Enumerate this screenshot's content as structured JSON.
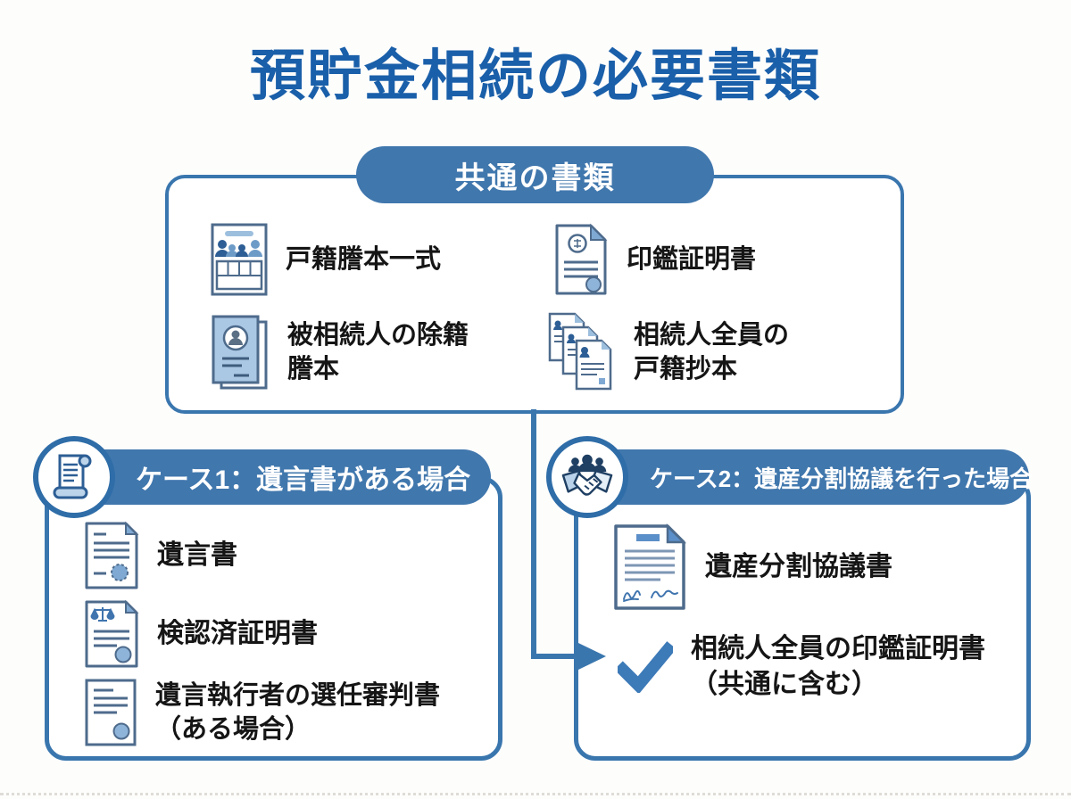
{
  "title": "預貯金相続の必要書類",
  "colors": {
    "title_blue": "#1a5fa9",
    "primary_border_blue": "#3a76ae",
    "header_pill_blue": "#4077ad",
    "icon_slate": "#4e6b8c",
    "icon_navy": "#1f3f63",
    "icon_light_blue": "#aac7e4",
    "icon_mid_blue": "#5b8fc9",
    "check_blue": "#3d7ab8",
    "text_black": "#151515"
  },
  "common": {
    "header": "共通の書類",
    "items": [
      {
        "icon": "family-register-icon",
        "label": "戸籍謄本一式"
      },
      {
        "icon": "seal-certificate-icon",
        "label": "印鑑証明書"
      },
      {
        "icon": "removed-register-icon",
        "label": "被相続人の除籍\n謄本"
      },
      {
        "icon": "register-copies-icon",
        "label": "相続人全員の\n戸籍抄本"
      }
    ]
  },
  "case1": {
    "header": "ケース1：遺言書がある場合",
    "badge_icon": "will-scroll-icon",
    "items": [
      {
        "icon": "will-document-icon",
        "label": "遺言書"
      },
      {
        "icon": "probate-certificate-icon",
        "label": "検認済証明書"
      },
      {
        "icon": "appointment-document-icon",
        "label": "遺言執行者の選任審判書\n（ある場合）"
      }
    ]
  },
  "case2": {
    "header": "ケース2：遺産分割協議を行った場合",
    "badge_icon": "handshake-icon",
    "items": [
      {
        "icon": "agreement-document-icon",
        "label": "遺産分割協議書"
      },
      {
        "icon": "check-icon",
        "label": "相続人全員の印鑑証明書\n（共通に含む）"
      }
    ]
  }
}
